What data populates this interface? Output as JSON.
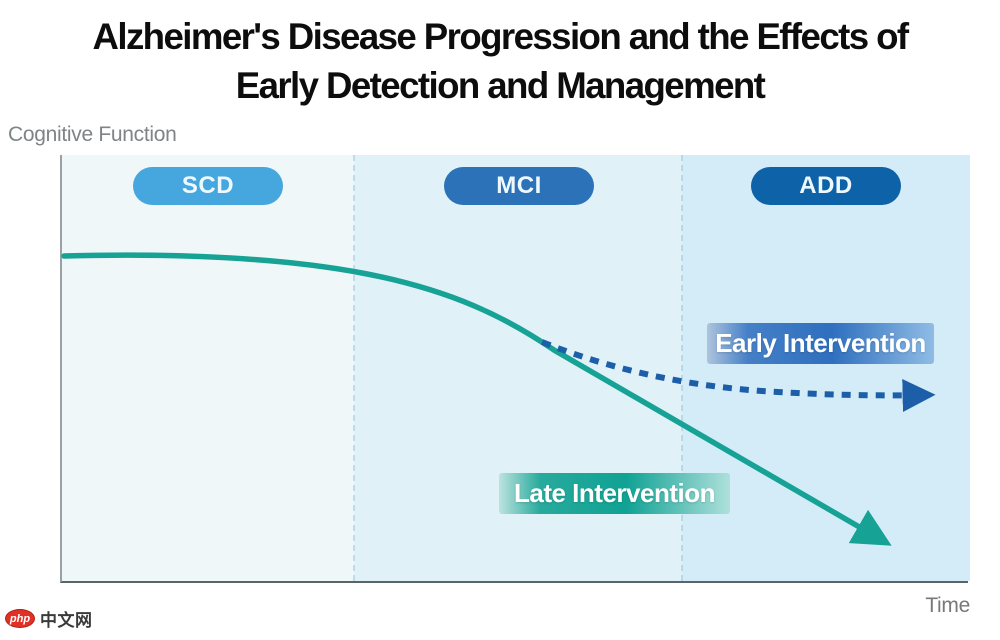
{
  "title": {
    "line1": "Alzheimer's Disease Progression and the Effects of",
    "line2": "Early Detection and Management"
  },
  "axes": {
    "y_label": "Cognitive Function",
    "x_label": "Time"
  },
  "stages": [
    {
      "label": "SCD",
      "color": "#45a7dd"
    },
    {
      "label": "MCI",
      "color": "#2b72b8"
    },
    {
      "label": "ADD",
      "color": "#0e62a8"
    }
  ],
  "annotations": {
    "early": "Early Intervention",
    "late": "Late Intervention"
  },
  "colors": {
    "late_line": "#16a294",
    "early_line": "#1c5fa8",
    "section_scd_bg": "#eff7f8",
    "section_mci_bg": "#e0f1f8",
    "section_add_bg": "#d4ecf8",
    "title_text": "#0d0d0d",
    "axis_label_text": "#7f8487"
  },
  "watermark": {
    "badge": "php",
    "text": "中文网"
  },
  "chart_data": {
    "type": "line",
    "title": "Alzheimer's Disease Progression and the Effects of Early Detection and Management",
    "xlabel": "Time",
    "ylabel": "Cognitive Function",
    "x_range": [
      0,
      10
    ],
    "y_range": [
      0,
      100
    ],
    "grid": false,
    "legend_position": "inline-labels",
    "stages": [
      {
        "label": "SCD",
        "x_range": [
          0,
          3.2
        ]
      },
      {
        "label": "MCI",
        "x_range": [
          3.2,
          6.8
        ]
      },
      {
        "label": "ADD",
        "x_range": [
          6.8,
          10
        ]
      }
    ],
    "series": [
      {
        "name": "Late Intervention",
        "style": "solid-arrow",
        "color": "#16a294",
        "x": [
          0,
          1.0,
          2.0,
          3.2,
          4.1,
          4.8,
          5.3,
          6.4,
          7.5,
          8.6,
          9.2
        ],
        "y": [
          76.4,
          76.5,
          76.4,
          74.8,
          68.5,
          61.4,
          56.3,
          42.0,
          28.0,
          14.5,
          7.5
        ]
      },
      {
        "name": "Early Intervention",
        "style": "dashed-arrow",
        "color": "#1c5fa8",
        "x": [
          5.3,
          6.2,
          7.0,
          8.1,
          9.0,
          9.8
        ],
        "y": [
          56.3,
          49.5,
          46.3,
          44.6,
          44.0,
          43.7
        ]
      }
    ]
  }
}
